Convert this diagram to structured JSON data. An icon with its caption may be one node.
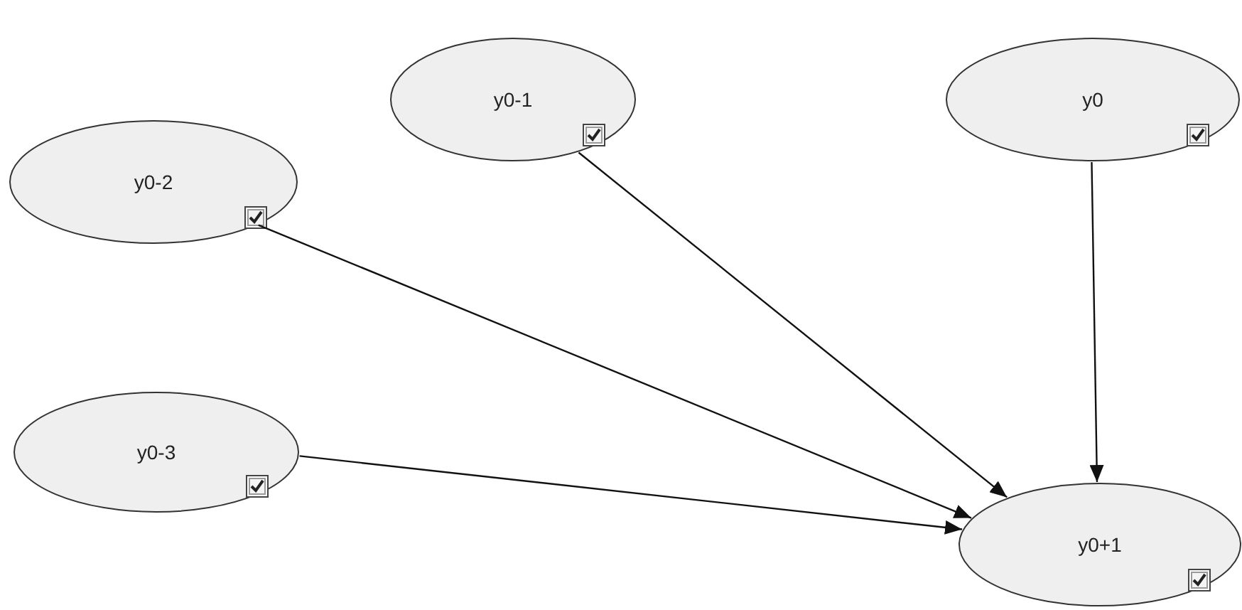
{
  "diagram": {
    "nodes": [
      {
        "text": [
          "y0-1"
        ]
      },
      {
        "text": [
          "y0"
        ]
      },
      {
        "text": [
          "y0-2"
        ]
      },
      {
        "text": [
          "y0-3"
        ]
      },
      {
        "text": [
          "y0+1"
        ]
      }
    ],
    "edges": [
      {
        "from": 0,
        "to": 4,
        "arrow": "to"
      },
      {
        "from": 1,
        "to": 4,
        "arrow": "to"
      },
      {
        "from": 2,
        "to": 4,
        "arrow": "to"
      },
      {
        "from": 3,
        "to": 4,
        "arrow": "to"
      }
    ]
  }
}
